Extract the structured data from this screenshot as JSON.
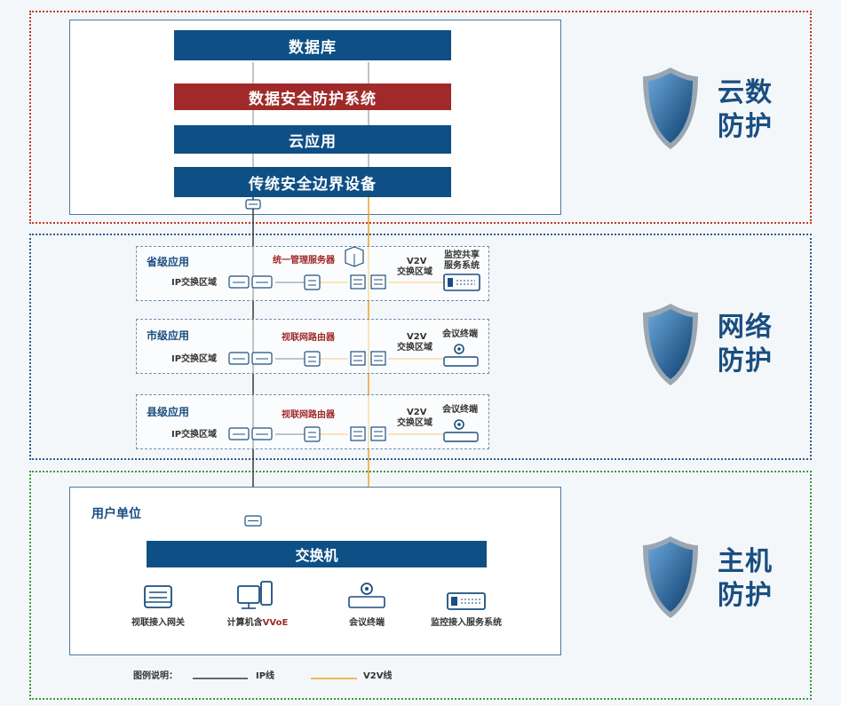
{
  "cloud": {
    "bars": [
      "数据库",
      "数据安全防护系统",
      "云应用",
      "传统安全边界设备"
    ],
    "shield_label_1": "云数",
    "shield_label_2": "防护"
  },
  "network": {
    "shield_label_1": "网络",
    "shield_label_2": "防护",
    "tiers": [
      {
        "title": "省级应用",
        "ip_zone": "IP交换区域",
        "router": "统一管理服务器",
        "v2v_1": "V2V",
        "v2v_2": "交换区域",
        "endpoint_1": "监控共享",
        "endpoint_2": "服务系统"
      },
      {
        "title": "市级应用",
        "ip_zone": "IP交换区域",
        "router": "视联网路由器",
        "v2v_1": "V2V",
        "v2v_2": "交换区域",
        "endpoint_1": "会议终端",
        "endpoint_2": ""
      },
      {
        "title": "县级应用",
        "ip_zone": "IP交换区域",
        "router": "视联网路由器",
        "v2v_1": "V2V",
        "v2v_2": "交换区域",
        "endpoint_1": "会议终端",
        "endpoint_2": ""
      }
    ]
  },
  "host": {
    "shield_label_1": "主机",
    "shield_label_2": "防护",
    "title": "用户单位",
    "switch": "交换机",
    "devices": {
      "gateway": "视联接入网关",
      "computer_a": "计算机含",
      "computer_b": "VVoE",
      "terminal": "会议终端",
      "monitor": "监控接入服务系统"
    }
  },
  "legend": {
    "title": "图例说明：",
    "ip": "IP线",
    "v2v": "V2V线"
  },
  "colors": {
    "navy": "#0e4f86",
    "red": "#a02a2a",
    "ip_line": "#3a3a3a",
    "v2v_line": "#f0a020"
  }
}
